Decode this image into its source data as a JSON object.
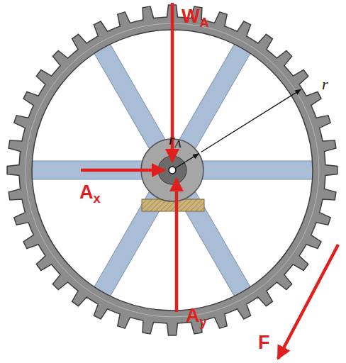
{
  "diagram": {
    "labels": [
      "WA",
      "rA",
      "Ax",
      "Ay",
      "F",
      "r"
    ]
  }
}
